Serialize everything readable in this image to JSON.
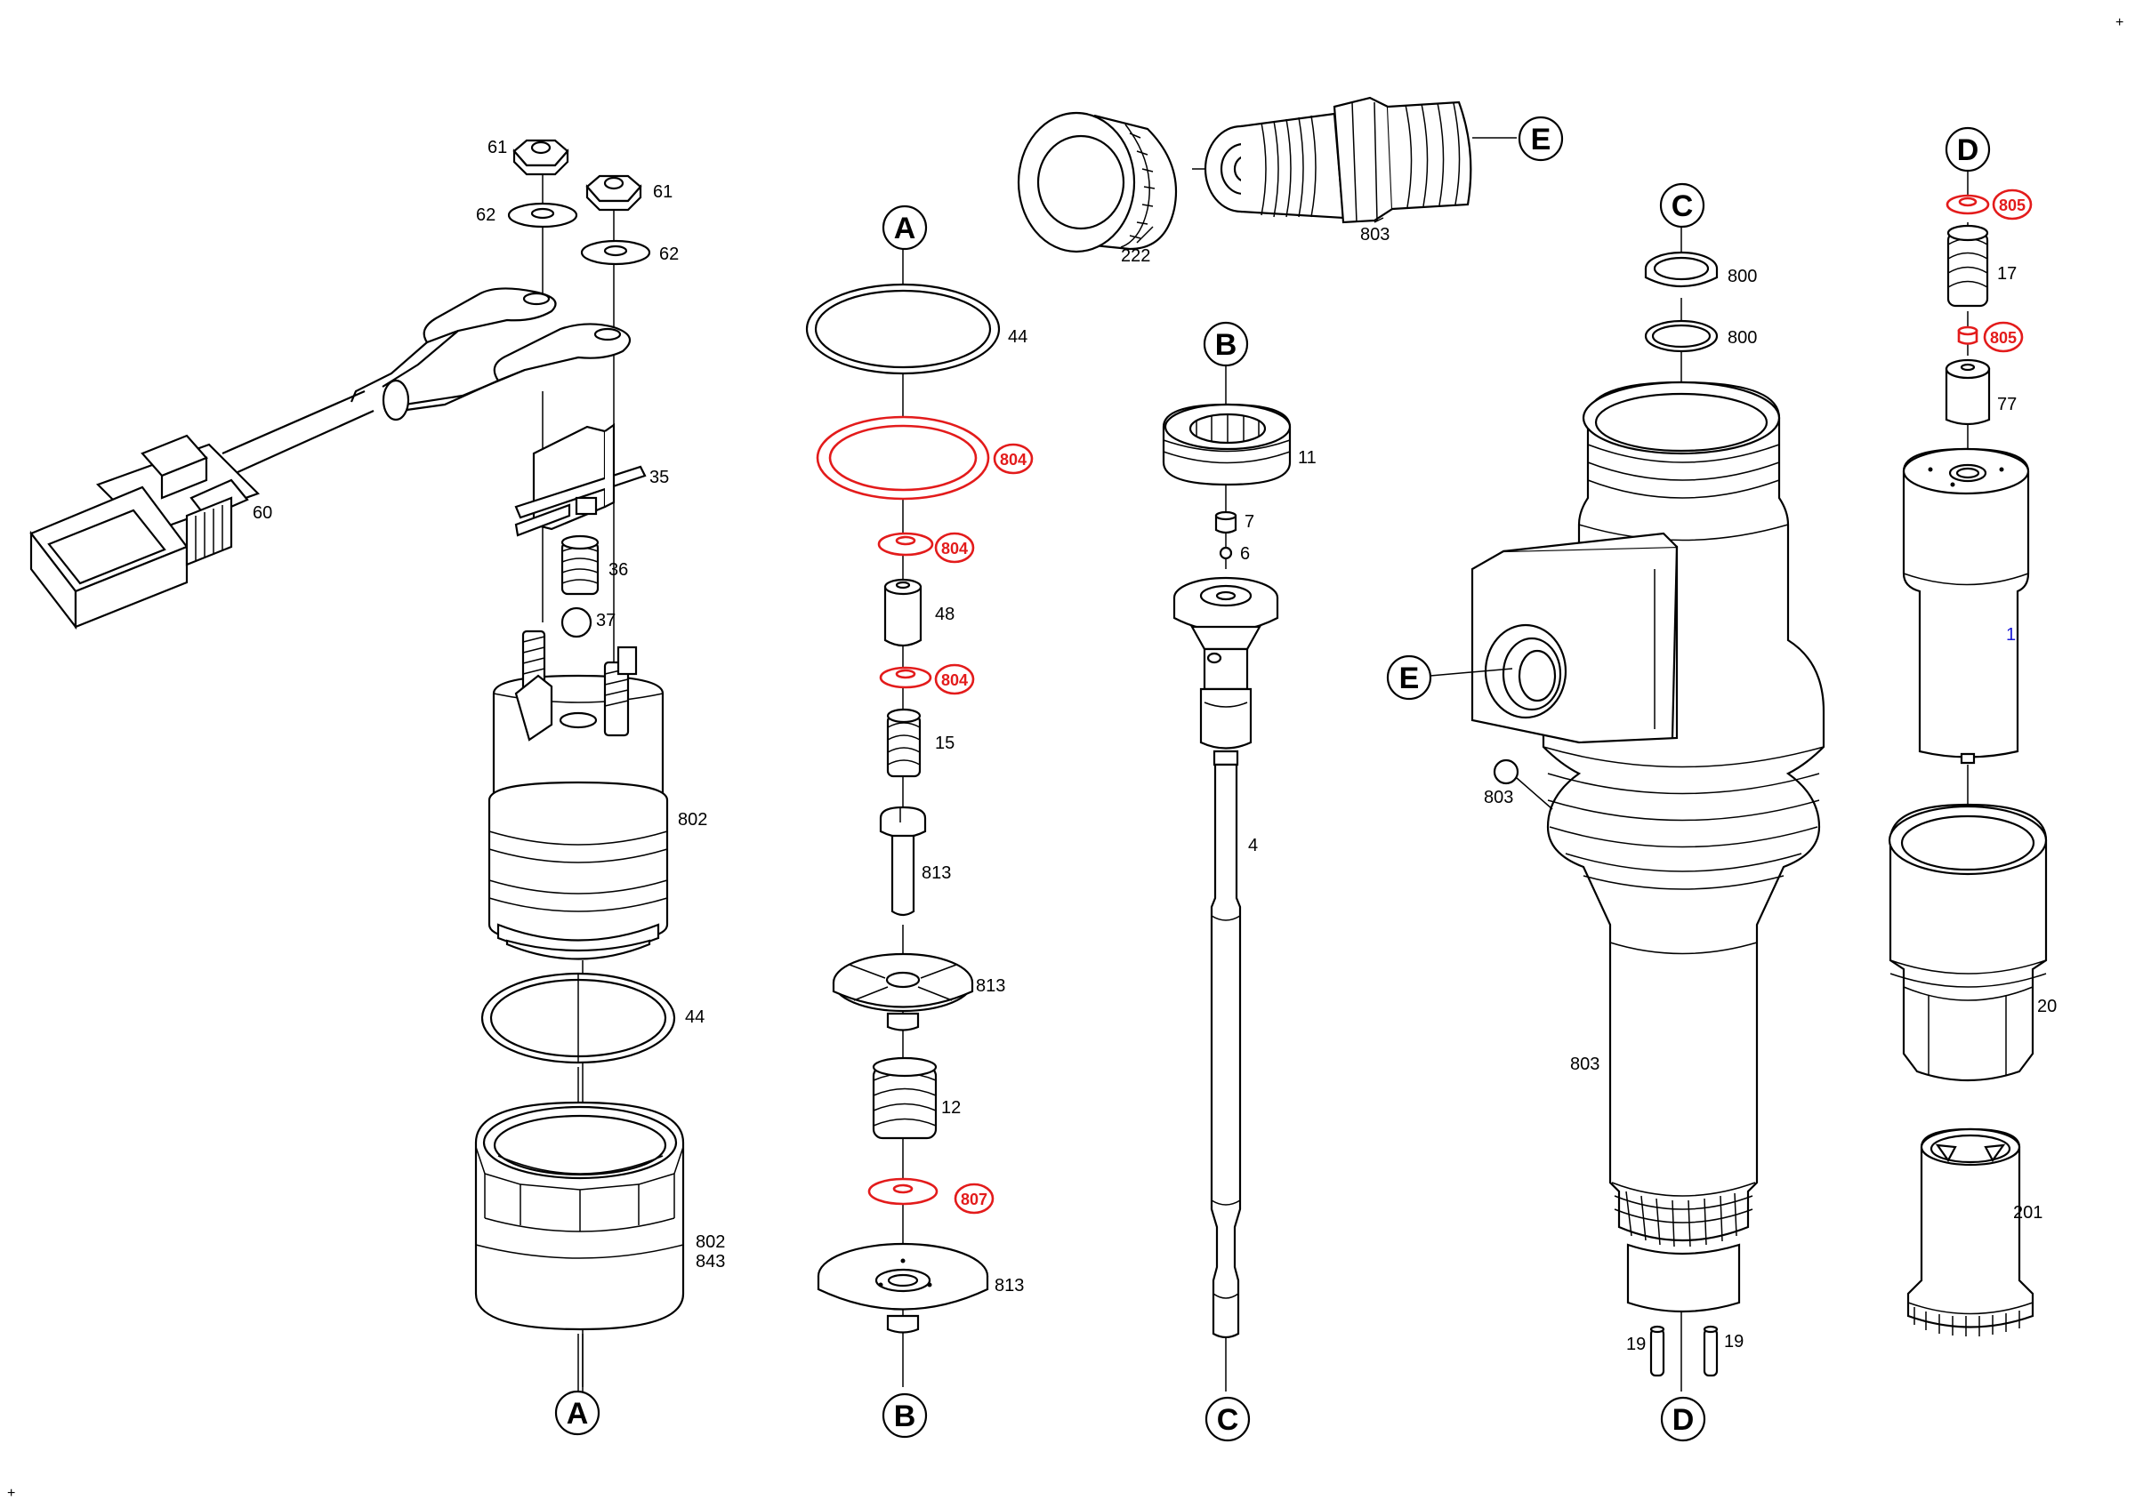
{
  "colors": {
    "line": "#000000",
    "highlight": "#e31b1b",
    "blue_label": "#1a1ad6",
    "background": "#ffffff"
  },
  "reference_markers": [
    {
      "id": "ref-a-top",
      "letter": "A"
    },
    {
      "id": "ref-a-bottom",
      "letter": "A"
    },
    {
      "id": "ref-b-top",
      "letter": "B"
    },
    {
      "id": "ref-b-bottom",
      "letter": "B"
    },
    {
      "id": "ref-c-top",
      "letter": "C"
    },
    {
      "id": "ref-c-bottom",
      "letter": "C"
    },
    {
      "id": "ref-d-top",
      "letter": "D"
    },
    {
      "id": "ref-d-bottom",
      "letter": "D"
    },
    {
      "id": "ref-e-top",
      "letter": "E"
    },
    {
      "id": "ref-e-side",
      "letter": "E"
    }
  ],
  "part_labels": [
    {
      "id": "61a",
      "text": "61"
    },
    {
      "id": "62a",
      "text": "62"
    },
    {
      "id": "61b",
      "text": "61"
    },
    {
      "id": "62b",
      "text": "62"
    },
    {
      "id": "60",
      "text": "60"
    },
    {
      "id": "35",
      "text": "35"
    },
    {
      "id": "36",
      "text": "36"
    },
    {
      "id": "37",
      "text": "37"
    },
    {
      "id": "802a",
      "text": "802"
    },
    {
      "id": "44a",
      "text": "44"
    },
    {
      "id": "802b",
      "text": "802"
    },
    {
      "id": "843",
      "text": "843"
    },
    {
      "id": "44b",
      "text": "44"
    },
    {
      "id": "48",
      "text": "48"
    },
    {
      "id": "15",
      "text": "15"
    },
    {
      "id": "813a",
      "text": "813"
    },
    {
      "id": "813b",
      "text": "813"
    },
    {
      "id": "12",
      "text": "12"
    },
    {
      "id": "813c",
      "text": "813"
    },
    {
      "id": "222",
      "text": "222"
    },
    {
      "id": "803a",
      "text": "803"
    },
    {
      "id": "11",
      "text": "11"
    },
    {
      "id": "7",
      "text": "7"
    },
    {
      "id": "6",
      "text": "6"
    },
    {
      "id": "4",
      "text": "4"
    },
    {
      "id": "800a",
      "text": "800"
    },
    {
      "id": "800b",
      "text": "800"
    },
    {
      "id": "803b",
      "text": "803"
    },
    {
      "id": "803c",
      "text": "803"
    },
    {
      "id": "19a",
      "text": "19"
    },
    {
      "id": "19b",
      "text": "19"
    },
    {
      "id": "17",
      "text": "17"
    },
    {
      "id": "77",
      "text": "77"
    },
    {
      "id": "20",
      "text": "20"
    },
    {
      "id": "201",
      "text": "201"
    }
  ],
  "highlight_labels": [
    {
      "id": "804a",
      "text": "804"
    },
    {
      "id": "804b",
      "text": "804"
    },
    {
      "id": "804c",
      "text": "804"
    },
    {
      "id": "807",
      "text": "807"
    },
    {
      "id": "805a",
      "text": "805"
    },
    {
      "id": "805b",
      "text": "805"
    }
  ],
  "blue_labels": [
    {
      "id": "1",
      "text": "1"
    }
  ],
  "corner_marks": [
    "+",
    "+"
  ]
}
